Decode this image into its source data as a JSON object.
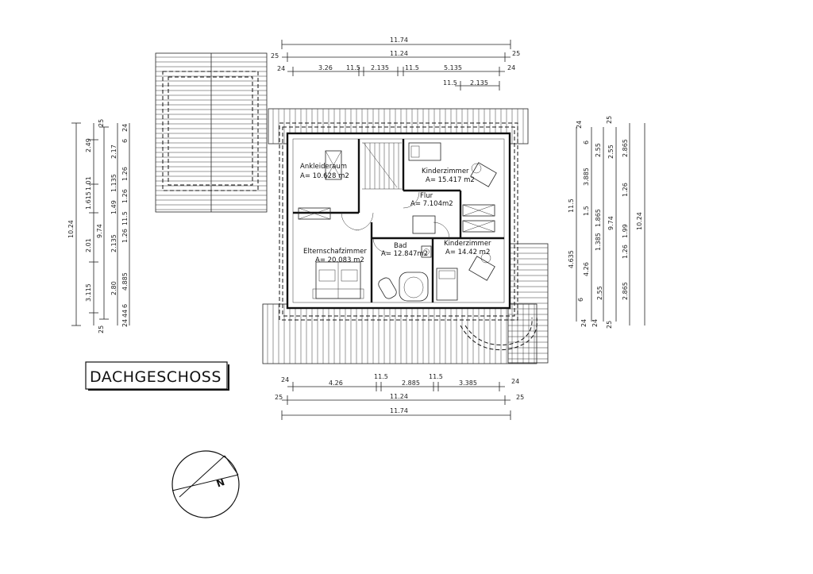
{
  "title": "DACHGESCHOSS",
  "compass": {
    "label": "N"
  },
  "rooms": [
    {
      "name": "Ankleideraum",
      "area": "A= 10.628 m2"
    },
    {
      "name": "Kinderzimmer",
      "area": "A= 15.417 m2"
    },
    {
      "name": "Flur",
      "area": "A= 7.104m2"
    },
    {
      "name": "Bad",
      "area": "A= 12.847m2"
    },
    {
      "name": "Kinderzimmer",
      "area": "A= 14.42 m2"
    },
    {
      "name": "Elternschafzimmer",
      "area": "A= 20.083 m2"
    }
  ],
  "top_dims": {
    "row1": [
      "11.74"
    ],
    "row2": [
      "25",
      "11.24",
      "25"
    ],
    "row3": [
      "24",
      "3.26",
      "11.5",
      "2.135",
      "11.5",
      "5.135",
      "24"
    ],
    "row4": [
      "11.5",
      "2.135"
    ]
  },
  "bottom_dims": {
    "row1": [
      "24",
      "4.26",
      "11.5",
      "2.885",
      "11.5",
      "3.385",
      "24"
    ],
    "row2": [
      "25",
      "11.24",
      "25"
    ],
    "row3": [
      "11.74"
    ]
  },
  "left_dims": {
    "outer": "10.24",
    "col2": [
      "3.115",
      "2.01",
      "1.615",
      "1.01",
      "2.49"
    ],
    "col3": [
      "9.74"
    ],
    "col4": [
      "25",
      "2.80",
      "2.135",
      "1.49",
      "1.135",
      "2.17",
      "25"
    ],
    "col5": [
      "4.885",
      "1.26",
      "11.5",
      "1.26",
      "1.26",
      "6",
      "24"
    ],
    "bottom_small": [
      "24",
      "44",
      "6"
    ]
  },
  "right_dims": {
    "outer": "10.24",
    "col_a": [
      "4.635",
      "11.5",
      "24"
    ],
    "col_b": [
      "4.26",
      "1.5",
      "3.885",
      "6"
    ],
    "col_c": [
      "1.385",
      "1.865",
      "2.55",
      "6"
    ],
    "col_d": [
      "2.55",
      "9.74",
      "2.55"
    ],
    "col_e": [
      "2.865",
      "1.26",
      "1.99",
      "1.26",
      "2.865"
    ],
    "small": [
      "24",
      "25",
      "25",
      "24"
    ]
  }
}
